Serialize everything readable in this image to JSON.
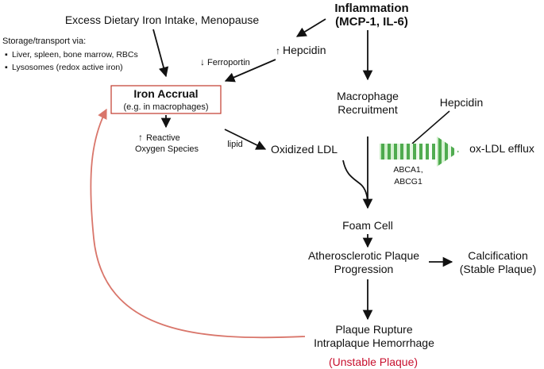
{
  "nodes": {
    "excess_iron": "Excess Dietary Iron Intake, Menopause",
    "inflammation_title": "Inflammation",
    "inflammation_sub": "(MCP-1, IL-6)",
    "storage_title": "Storage/transport via:",
    "storage_items": [
      "Liver, spleen, bone marrow, RBCs",
      "Lysosomes (redox active iron)"
    ],
    "hepcidin_up": "Hepcidin",
    "ferroportin_down": "Ferroportin",
    "iron_accrual_title": "Iron Accrual",
    "iron_accrual_sub": "(e.g. in macrophages)",
    "macrophage_line1": "Macrophage",
    "macrophage_line2": "Recruitment",
    "hepcidin_right": "Hepcidin",
    "ros_line1": "Reactive",
    "ros_line2": "Oxygen Species",
    "lipid": "lipid",
    "oxidized_ldl": "Oxidized LDL",
    "abca1": "ABCA1,",
    "abcg1": "ABCG1",
    "ox_ldl_efflux": "ox-LDL efflux",
    "foam_cell": "Foam Cell",
    "atherosclerotic_line1": "Atherosclerotic Plaque",
    "atherosclerotic_line2": "Progression",
    "calcification_line1": "Calcification",
    "calcification_line2": "(Stable Plaque)",
    "rupture_line1": "Plaque Rupture",
    "rupture_line2": "Intraplaque Hemorrhage",
    "unstable": "(Unstable Plaque)"
  },
  "symbols": {
    "up_arrow": "↑",
    "down_arrow": "↓",
    "bullet": "▪"
  },
  "colors": {
    "accent_red": "#c8102e",
    "box_border": "#c0392b",
    "feedback_arrow": "#d9766b",
    "efflux_green": "#3fa33f",
    "efflux_light": "#c9ecc4"
  }
}
